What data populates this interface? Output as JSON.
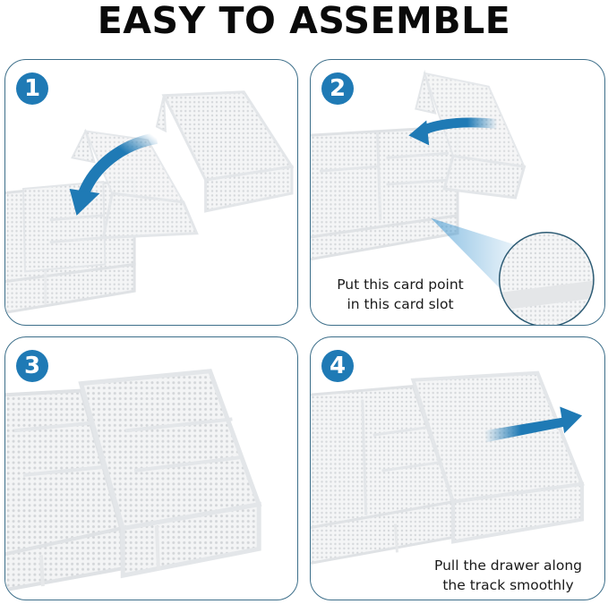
{
  "header": {
    "title": "EASY TO ASSEMBLE"
  },
  "colors": {
    "badge": "#1f7ab5",
    "arrow": "#1f7ab5",
    "panel_border": "#3d6f8a",
    "mesh": "#e8eaec"
  },
  "steps": [
    {
      "number": "1",
      "caption_lines": [],
      "arrow_icon": "curved-arrow-down-left"
    },
    {
      "number": "2",
      "caption_lines": [
        "Put this card point",
        "in this card slot"
      ],
      "arrow_icon": "curved-arrow-left",
      "detail": "magnified-card-slot-circle"
    },
    {
      "number": "3",
      "caption_lines": []
    },
    {
      "number": "4",
      "caption_lines": [
        "Pull the drawer along",
        "the track smoothly"
      ],
      "arrow_icon": "arrow-right"
    }
  ]
}
